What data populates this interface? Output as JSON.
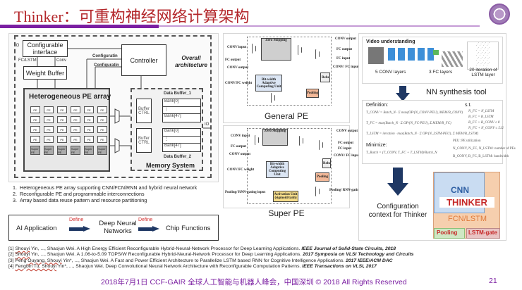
{
  "header": {
    "title_en": "Thinker",
    "title_sep": "：",
    "title_zh": "可重构神经网络计算架构",
    "logo": "university-seal-icon"
  },
  "architecture": {
    "io_label": "IO",
    "configurable_interface": "Configurable interface",
    "fc_lstm": "FC/LSTM",
    "conv": "Conv",
    "weight_buffer": "Weight Buffer",
    "controller": "Controller",
    "configuration_1": "Configuratin",
    "configuration_2": "Configuratin",
    "overall_architecture": "Overall architecture",
    "pe_array_title": "Heterogeneous PE array",
    "pe_label": "PE",
    "super_pe_label": "Super PE",
    "data_buffer_1": "Data Buffer_1",
    "data_buffer_2": "Data Buffer_2",
    "buffer_ctrl": "Buffer CTRL",
    "bank_first": "Bank[0]",
    "bank_mid": "⋮",
    "bank_last": "Bank[47]",
    "memory_system": "Memory System",
    "io_right": "IO"
  },
  "bullets": [
    {
      "num": "1.",
      "text": "Heterogeneous PE array supporting CNN/FCN/RNN and hybrid neural network"
    },
    {
      "num": "2.",
      "text": "Reconfigurable PE and programmable interconnections"
    },
    {
      "num": "3.",
      "text": "Array based data reuse pattern and resource partitioning"
    }
  ],
  "flow": {
    "step1": "AI Application",
    "define1": "Define",
    "step2": "Deep Neural Networks",
    "define2": "Define",
    "step3": "Chip Functions"
  },
  "general_pe": {
    "caption": "General PE",
    "zero_skipping": "Zero Skipping",
    "conv_input": "CONV input",
    "fc_output_left": "FC output",
    "conv_output_left": "CONV output",
    "conv_fc_weight": "CONV/FC weight",
    "conv_output_right": "CONV output",
    "fc_output_right": "FC output",
    "fc_input": "FC input",
    "conv_fc_input": "CONV/ FC input",
    "bit_width_unit": "Bit-width Adaptive Computing Unit",
    "relu": "Relu",
    "pool": "Pooling"
  },
  "super_pe": {
    "caption": "Super PE",
    "zero_skipping": "Zero Skipping",
    "conv_input": "CONV input",
    "fc_output_left": "FC output",
    "conv_output_left": "CONV output",
    "conv_fc_weight": "CONV/FC weight",
    "pooling_rnn_input": "Pooling/ RNN-gating input",
    "conv_output_right": "CONV output",
    "fc_output_right": "FC output",
    "fc_input": "FC input",
    "conv_fc_input": "CONV/ FC input",
    "pooling_rnn_output": "Pooling/ RNN-gating output",
    "bit_width_unit": "Bit-width Adaptive Computing Unit",
    "relu": "Relu",
    "pool": "Pooling",
    "activation_unit": "Activation Unit (sigmoid/tanh)"
  },
  "nn_panel": {
    "video_understanding": "Video understanding",
    "conv_layers": "5 CONV layers",
    "fc_layers": "3 FC layers",
    "lstm_layers": "20 iteration of LSTM layer",
    "nn_synthesis_tool": "NN synthesis tool",
    "definition": "Definition:",
    "st": "s.t.",
    "minimize": "Minimize:",
    "eq1": "T_CONV = Batch_N · Σ max(OP/(N_CONV·PEU), MEM/B_CONV)",
    "eq2": "T_FC = max(Batch_N · Σ OP/(N_FC·PEU), Σ MEM/B_FC)",
    "eq3": "T_LSTM = iteration · max(Batch_N · Σ OP/(N_LSTM·PEU), Σ MEM/B_LSTM)",
    "eq_min": "T_Batch = (T_CONV, T_FC + T_LSTM)/Batch_N",
    "c1": "N_FC = N_LSTM",
    "c2": "B_FC = B_LSTM",
    "c3": "B_FC + B_CONV ≤ 8",
    "c4": "N_FC + N_CONV ≤ 512",
    "legend1": "PEU: PE utilization",
    "legend2": "N_CONV, N_FC, N_LSTM: number of PEs",
    "legend3": "B_CONV, B_FC, B_LSTM: bandwidth",
    "config_context": "Configuration context for Thinker",
    "cnn": "CNN",
    "thinker": "THINKER",
    "fcn_lstm": "FCN/LSTM",
    "pooling": "Pooling",
    "lstm_gate": "LSTM-gate"
  },
  "references": [
    {
      "id": "[1]",
      "authors_u": "Shouyi",
      "authors": " Yin, ..., Shaojun Wei. A High Energy Efficient Reconfigurable Hybrid-Neural-Network Processor for Deep Learning Applications. ",
      "venue": "IEEE Journal of Solid-State Circuits, 2018"
    },
    {
      "id": "[2]",
      "authors_u": "Shouyi",
      "authors": " Yin, ..., Shaojun Wei. A 1.06-to-5.09 TOPS/W Reconfigurable Hybrid-Neural-Network Processor for Deep Learning Applications. ",
      "venue": "2017 Symposia on VLSI Technology and Circuits"
    },
    {
      "id": "[3]",
      "authors_pre": "Peng ",
      "authors_u": "Ouyang, Shouyi",
      "authors": " Yin*, ..., Shaojun Wei. A Fast and Power Efficient Architecture to Parallelize LSTM based RNN for Cognitive Intelligence Applications. ",
      "venue": "2017 IEEE/ACM DAC"
    },
    {
      "id": "[4]",
      "authors_u": "Fengbin Tu, Shouyi",
      "authors": " Yin*, ..., Shaojun Wei. Deep Convolutional Neural Network Architecture with Reconfigurable Computation Patterns. ",
      "venue": "IEEE Transactions on VLSI, 2017"
    }
  ],
  "footer": {
    "text": "2018年7月1日 CCF-GAIR 全球人工智能与机器人峰会，中国深圳 © 2018 All Rights Reserved",
    "page_number": "21"
  },
  "colors": {
    "title": "#b3262a",
    "accent_purple": "#7b1fa2",
    "arrow_navy": "#1f3864",
    "define_red": "#d32f2f",
    "cnn_blue": "#c9dcf2",
    "fcn_orange": "#f6cfae",
    "pooling_green": "#cfe8c4",
    "lstm_gate_pink": "#e9c4c4"
  }
}
